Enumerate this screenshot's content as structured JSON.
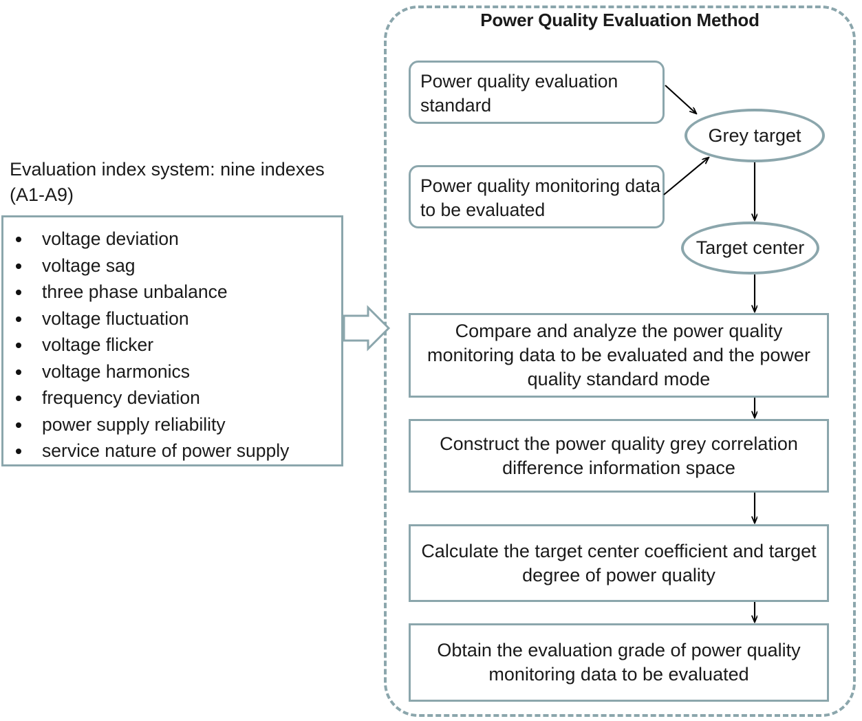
{
  "left_panel": {
    "caption": "Evaluation index system: nine indexes (A1-A9)",
    "indexes": [
      "voltage deviation",
      "voltage sag",
      "three phase unbalance",
      "voltage fluctuation",
      "voltage flicker",
      "voltage harmonics",
      "frequency deviation",
      "power supply reliability",
      "service nature of power supply"
    ]
  },
  "method_panel": {
    "title": "Power Quality Evaluation Method",
    "inputs": [
      {
        "id": "standard",
        "label": "Power quality evaluation standard"
      },
      {
        "id": "monitor",
        "label": "Power quality monitoring data to be evaluated"
      }
    ],
    "nodes": [
      {
        "id": "grey-target",
        "label": "Grey target"
      },
      {
        "id": "target-center",
        "label": "Target center"
      }
    ],
    "steps": [
      {
        "id": "compare",
        "label": "Compare and analyze the power quality monitoring data to be evaluated and the power quality standard mode"
      },
      {
        "id": "construct",
        "label": "Construct the power quality grey correlation difference information space"
      },
      {
        "id": "calculate",
        "label": "Calculate the target center coefficient and target degree of power quality"
      },
      {
        "id": "obtain",
        "label": "Obtain the evaluation grade of power quality monitoring data to be evaluated"
      }
    ]
  },
  "colors": {
    "border_teal": "#8ba6ac",
    "text": "#1a1a1a",
    "arrow_black": "#000000",
    "background": "#ffffff"
  },
  "connectors": [
    {
      "from": "standard",
      "to": "grey-target",
      "style": "thin-arrow"
    },
    {
      "from": "monitor",
      "to": "grey-target",
      "style": "thin-arrow"
    },
    {
      "from": "grey-target",
      "to": "target-center",
      "style": "thin-arrow"
    },
    {
      "from": "target-center",
      "to": "compare",
      "style": "thin-arrow"
    },
    {
      "from": "compare",
      "to": "construct",
      "style": "thin-arrow"
    },
    {
      "from": "construct",
      "to": "calculate",
      "style": "thin-arrow"
    },
    {
      "from": "calculate",
      "to": "obtain",
      "style": "thin-arrow"
    },
    {
      "from": "index-box",
      "to": "method-panel",
      "style": "block-arrow"
    }
  ]
}
